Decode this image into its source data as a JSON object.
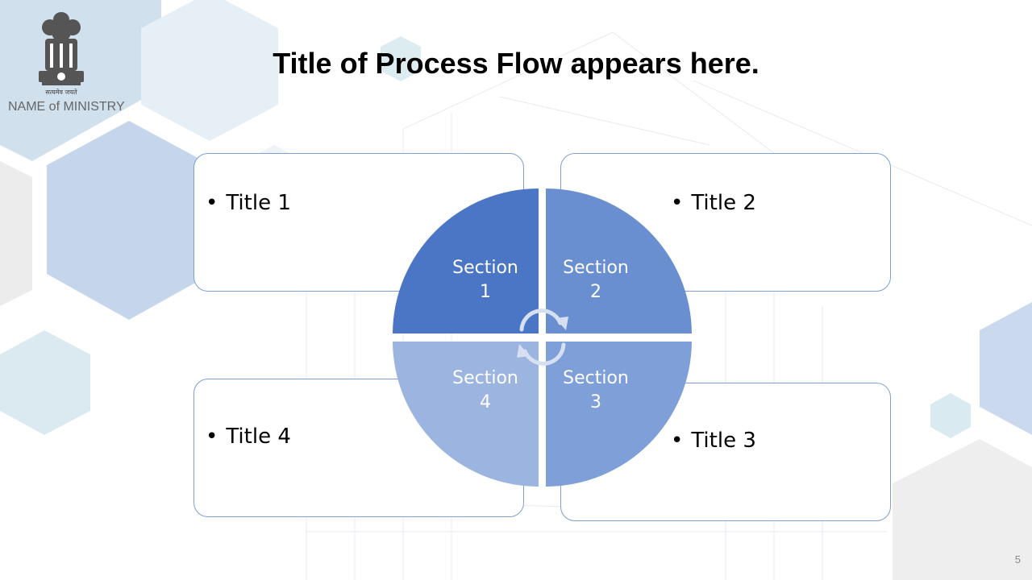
{
  "header": {
    "ministry_name": "NAME of MINISTRY",
    "emblem_motto": "सत्यमेव जयते"
  },
  "slide": {
    "title": "Title of Process Flow appears here.",
    "page_number": "5"
  },
  "boxes": [
    {
      "bullet": "•",
      "label": "Title 1"
    },
    {
      "bullet": "•",
      "label": "Title 2"
    },
    {
      "bullet": "•",
      "label": "Title 3"
    },
    {
      "bullet": "•",
      "label": "Title 4"
    }
  ],
  "cycle": {
    "segments": [
      {
        "line1": "Section",
        "line2": "1",
        "color": "#4a76c5"
      },
      {
        "line1": "Section",
        "line2": "2",
        "color": "#6a8fd1"
      },
      {
        "line1": "Section",
        "line2": "3",
        "color": "#7e9fd8"
      },
      {
        "line1": "Section",
        "line2": "4",
        "color": "#9cb4e0"
      }
    ]
  },
  "colors": {
    "box_border": "#7f9fd3",
    "hex_light_blue": "#c9d8ea",
    "hex_mid_blue": "#b3c6e3",
    "hex_pale": "#e3edf4",
    "hex_grey": "#ebebeb"
  }
}
